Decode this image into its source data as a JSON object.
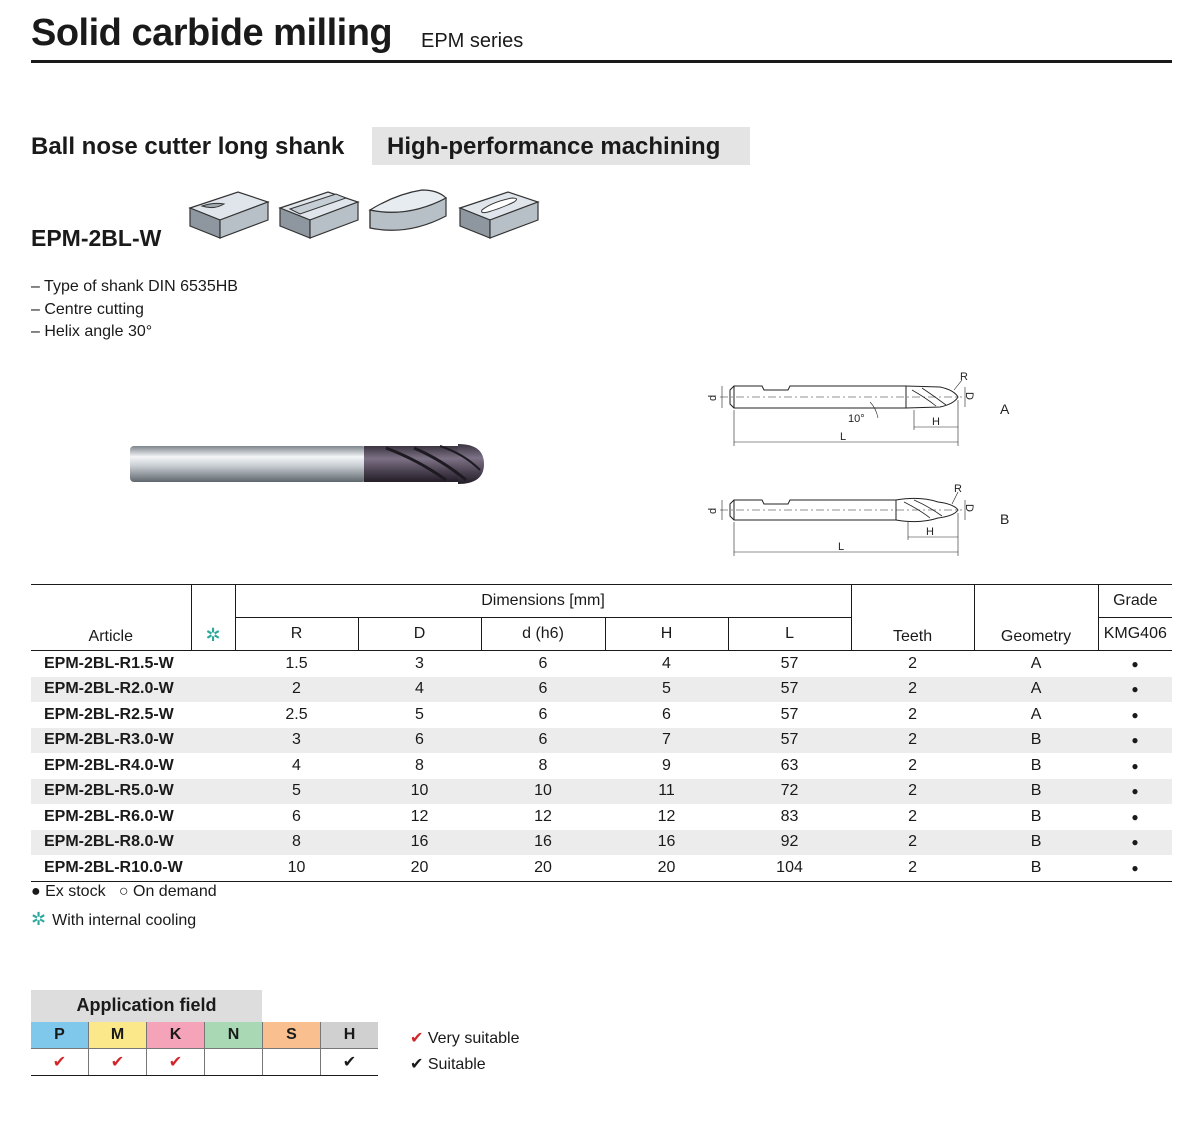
{
  "header": {
    "title": "Solid carbide milling",
    "series": "EPM series"
  },
  "section": {
    "title": "Ball nose cutter long shank",
    "badge": "High-performance machining"
  },
  "product": {
    "code": "EPM-2BL-W",
    "features": [
      "– Type of shank DIN 6535HB",
      "– Centre cutting",
      "– Helix angle 30°"
    ]
  },
  "diagram": {
    "labels": {
      "d": "d",
      "R": "R",
      "D": "D",
      "H": "H",
      "L": "L",
      "angle": "10°"
    },
    "variant_a": "A",
    "variant_b": "B"
  },
  "table": {
    "group_header": "Dimensions [mm]",
    "grade_header": "Grade",
    "columns": {
      "article": "Article",
      "cooling": "✲",
      "r": "R",
      "d_outer": "D",
      "d_shank": "d (h6)",
      "h": "H",
      "l": "L",
      "teeth": "Teeth",
      "geometry": "Geometry",
      "grade": "KMG406"
    },
    "rows": [
      {
        "article": "EPM-2BL-R1.5-W",
        "r": "1.5",
        "d": "3",
        "dh6": "6",
        "h": "4",
        "l": "57",
        "teeth": "2",
        "geometry": "A",
        "grade": "●"
      },
      {
        "article": "EPM-2BL-R2.0-W",
        "r": "2",
        "d": "4",
        "dh6": "6",
        "h": "5",
        "l": "57",
        "teeth": "2",
        "geometry": "A",
        "grade": "●"
      },
      {
        "article": "EPM-2BL-R2.5-W",
        "r": "2.5",
        "d": "5",
        "dh6": "6",
        "h": "6",
        "l": "57",
        "teeth": "2",
        "geometry": "A",
        "grade": "●"
      },
      {
        "article": "EPM-2BL-R3.0-W",
        "r": "3",
        "d": "6",
        "dh6": "6",
        "h": "7",
        "l": "57",
        "teeth": "2",
        "geometry": "B",
        "grade": "●"
      },
      {
        "article": "EPM-2BL-R4.0-W",
        "r": "4",
        "d": "8",
        "dh6": "8",
        "h": "9",
        "l": "63",
        "teeth": "2",
        "geometry": "B",
        "grade": "●"
      },
      {
        "article": "EPM-2BL-R5.0-W",
        "r": "5",
        "d": "10",
        "dh6": "10",
        "h": "11",
        "l": "72",
        "teeth": "2",
        "geometry": "B",
        "grade": "●"
      },
      {
        "article": "EPM-2BL-R6.0-W",
        "r": "6",
        "d": "12",
        "dh6": "12",
        "h": "12",
        "l": "83",
        "teeth": "2",
        "geometry": "B",
        "grade": "●"
      },
      {
        "article": "EPM-2BL-R8.0-W",
        "r": "8",
        "d": "16",
        "dh6": "16",
        "h": "16",
        "l": "92",
        "teeth": "2",
        "geometry": "B",
        "grade": "●"
      },
      {
        "article": "EPM-2BL-R10.0-W",
        "r": "10",
        "d": "20",
        "dh6": "20",
        "h": "20",
        "l": "104",
        "teeth": "2",
        "geometry": "B",
        "grade": "●"
      }
    ]
  },
  "legend": {
    "stock": "● Ex stock   ○ On demand",
    "cooling_symbol": "✲",
    "cooling": "With internal cooling"
  },
  "application": {
    "title": "Application field",
    "materials": [
      {
        "label": "P",
        "color": "#7fc8ec",
        "mark": "✔",
        "mark_type": "very"
      },
      {
        "label": "M",
        "color": "#fbe88a",
        "mark": "✔",
        "mark_type": "very"
      },
      {
        "label": "K",
        "color": "#f5a3b8",
        "mark": "✔",
        "mark_type": "very"
      },
      {
        "label": "N",
        "color": "#a8d9b4",
        "mark": "",
        "mark_type": ""
      },
      {
        "label": "S",
        "color": "#f9bf8f",
        "mark": "",
        "mark_type": ""
      },
      {
        "label": "H",
        "color": "#d0d0d0",
        "mark": "✔",
        "mark_type": "suit"
      }
    ],
    "legend": [
      {
        "mark": "✔",
        "color": "#d2262b",
        "text": "Very suitable"
      },
      {
        "mark": "✔",
        "color": "#1a1a1a",
        "text": "Suitable"
      }
    ]
  }
}
